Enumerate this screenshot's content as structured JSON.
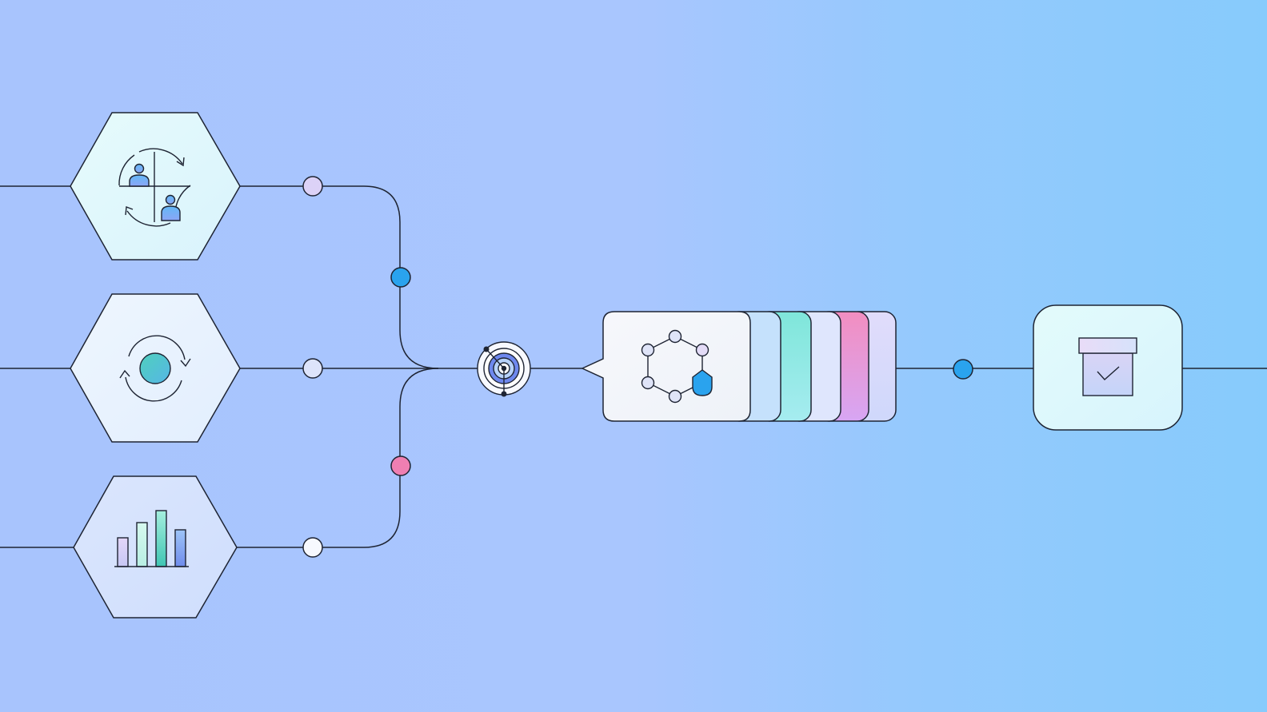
{
  "colors": {
    "background_left": "#a8c4fd",
    "background_right": "#87cbfc",
    "stroke": "#1e2433",
    "node_blue": "#2aa3ee",
    "node_pink": "#ef7fb2",
    "node_lilac": "#dcd2f7",
    "node_pale": "#dde4fb",
    "node_white": "#f7f9ff",
    "teal": "#5fd3c6",
    "card_white": "#f3f5fb"
  },
  "nodes": {
    "top_hex": {
      "icon": "team-collaboration-cycle-icon"
    },
    "middle_hex": {
      "icon": "refresh-cycle-icon"
    },
    "bottom_hex": {
      "icon": "bar-chart-icon"
    },
    "hub": {
      "icon": "target-icon"
    },
    "card_stack": {
      "icon": "molecule-shield-icon",
      "layer_count": 6
    },
    "output_box": {
      "icon": "approved-archive-icon"
    }
  },
  "connector_dots": [
    {
      "id": "top-branch",
      "color": "#dcd2f7"
    },
    {
      "id": "top-vertical",
      "color": "#2aa3ee"
    },
    {
      "id": "middle-branch",
      "color": "#dde4fb"
    },
    {
      "id": "bottom-vertical",
      "color": "#ef7fb2"
    },
    {
      "id": "bottom-branch",
      "color": "#f7f9ff"
    },
    {
      "id": "output-line",
      "color": "#2aa3ee"
    }
  ]
}
